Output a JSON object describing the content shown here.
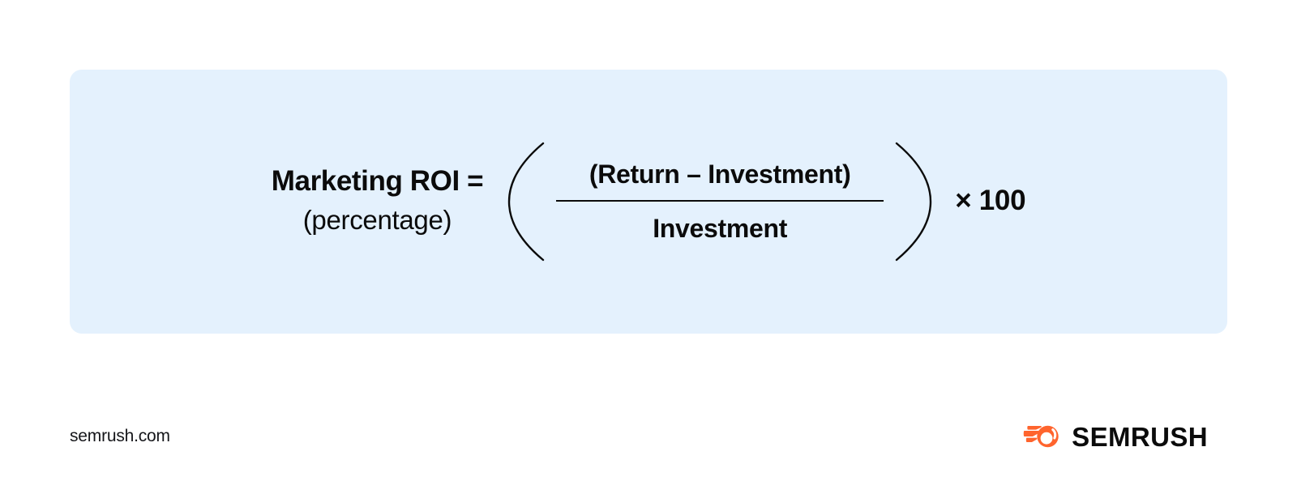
{
  "panel": {
    "background_color": "#e4f1fd",
    "formula": {
      "left_label": "Marketing ROI =",
      "left_sublabel": "(percentage)",
      "open_paren": "(",
      "numerator": "(Return – Investment)",
      "denominator": "Investment",
      "close_paren": ")",
      "multiplier": "× 100"
    }
  },
  "footer": {
    "url": "semrush.com",
    "brand_name": "SEMRUSH",
    "brand_color": "#ff642d",
    "text_color": "#0b0b0b"
  }
}
